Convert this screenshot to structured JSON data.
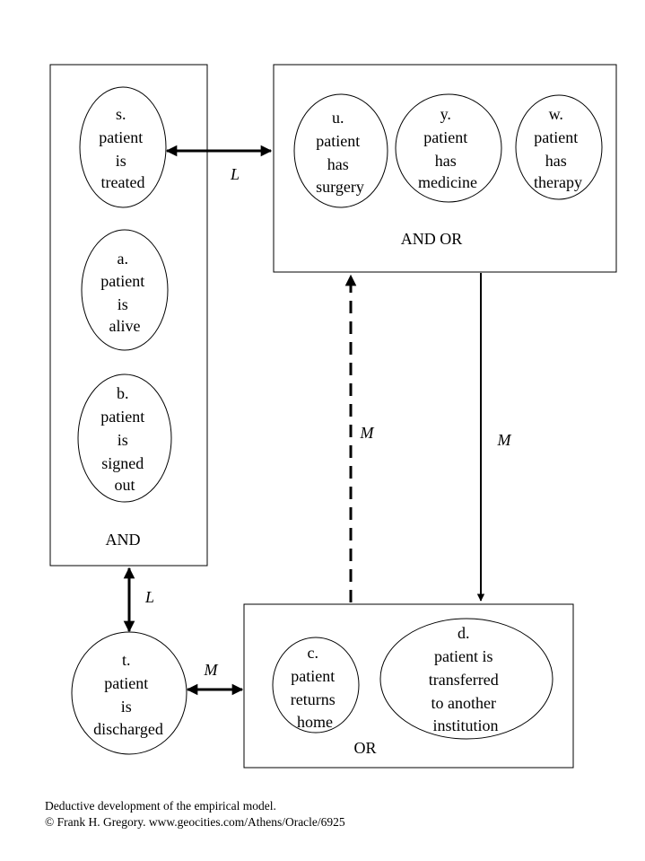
{
  "boxes": {
    "left": {
      "label": "AND"
    },
    "top_right": {
      "label": "AND OR"
    },
    "bottom": {
      "label": "OR"
    }
  },
  "nodes": {
    "s": {
      "lines": [
        "s.",
        "patient",
        "is",
        "treated"
      ]
    },
    "a": {
      "lines": [
        "a.",
        "patient",
        "is",
        "alive"
      ]
    },
    "b": {
      "lines": [
        "b.",
        "patient",
        "is",
        "signed",
        "out"
      ]
    },
    "u": {
      "lines": [
        "u.",
        "patient",
        "has",
        "surgery"
      ]
    },
    "y": {
      "lines": [
        "y.",
        "patient",
        "has",
        "medicine"
      ]
    },
    "w": {
      "lines": [
        "w.",
        "patient",
        "has",
        "therapy"
      ]
    },
    "t": {
      "lines": [
        "t.",
        "patient",
        "is",
        "discharged"
      ]
    },
    "c": {
      "lines": [
        "c.",
        "patient",
        "returns",
        "home"
      ]
    },
    "d": {
      "lines": [
        "d.",
        "patient is",
        "transferred",
        "to another",
        "institution"
      ]
    }
  },
  "edges": {
    "s_to_group": {
      "label": "L",
      "style": "solid",
      "heads": "both"
    },
    "left_to_t": {
      "label": "L",
      "style": "solid",
      "heads": "both"
    },
    "t_to_bottom": {
      "label": "M",
      "style": "solid",
      "heads": "both"
    },
    "bottom_to_group_dashed": {
      "label": "M",
      "style": "dashed",
      "heads": "end"
    },
    "group_to_bottom": {
      "label": "M",
      "style": "solid",
      "heads": "end"
    }
  },
  "caption": {
    "line1": "Deductive development of the empirical model.",
    "line2": "© Frank H. Gregory. www.geocities.com/Athens/Oracle/6925"
  },
  "colors": {
    "stroke": "#000000",
    "background": "#ffffff"
  }
}
